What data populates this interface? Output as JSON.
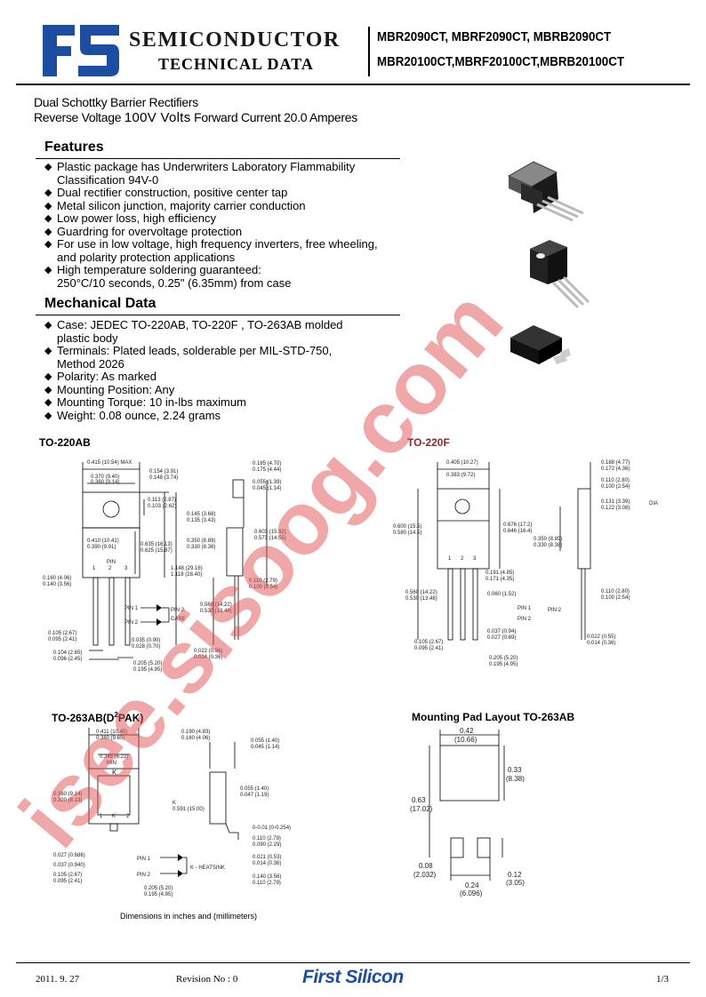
{
  "header": {
    "title": "SEMICONDUCTOR",
    "subtitle": "TECHNICAL DATA",
    "parts_line1": "MBR2090CT, MBRF2090CT, MBRB2090CT",
    "parts_line2": "MBR20100CT,MBRF20100CT,MBRB20100CT",
    "logo_color": "#1b4ea0"
  },
  "description": {
    "line1": "Dual Schottky Barrier Rectifiers",
    "line2_a": "Reverse Voltage ",
    "line2_b": "100V Volts",
    "line2_c": " Forward Current 20.0 Amperes"
  },
  "features": {
    "title": "Features",
    "items": [
      "Plastic package has Underwriters Laboratory Flammability",
      "Classification 94V-0",
      "Dual rectifier construction, positive center tap",
      "Metal silicon junction, majority carrier conduction",
      "Low power loss, high efficiency",
      "Guardring for overvoltage protection",
      "For use in low voltage, high frequency inverters, free wheeling,",
      "and polarity protection applications",
      "High temperature soldering guaranteed:",
      "250°C/10 seconds, 0.25\" (6.35mm) from case"
    ]
  },
  "mechanical": {
    "title": "Mechanical Data",
    "items": [
      "Case: JEDEC TO-220AB, TO-220F , TO-263AB molded",
      "plastic body",
      "Terminals: Plated leads, solderable per MIL-STD-750,",
      "Method 2026",
      "Polarity: As marked",
      "Mounting Position: Any",
      "Mounting Torque: 10 in-lbs maximum",
      "Weight: 0.08 ounce, 2.24 grams"
    ]
  },
  "packages": {
    "to220ab": "TO-220AB",
    "to220f": "TO-220F",
    "to263ab_a": "TO-263AB(D",
    "to263ab_sup": "2",
    "to263ab_b": "PAK)",
    "pad_layout": "Mounting Pad Layout TO-263AB"
  },
  "dims_to220ab": {
    "a": "0.415 (10.54) MAX",
    "b": "0.370 (9.40)",
    "c": "0.360 (9.14)",
    "d": "0.154 (3.91)",
    "e": "0.148 (3.74)",
    "f": "0.113 (2.87)",
    "g": "0.103 (2.62)",
    "h": "0.145 (3.68)",
    "i": "0.135 (3.43)",
    "j": "0.410 (10.41)",
    "k": "0.390 (9.91)",
    "l": "0.635 (16.13)",
    "m": "0.625 (15.87)",
    "n": "0.350 (8.89)",
    "o": "0.330 (8.38)",
    "p": "1.148 (29.16)",
    "q": "1.118 (28.40)",
    "r": "0.185 (4.70)",
    "s": "0.175 (4.44)",
    "t": "0.055 (1.39)",
    "u": "0.045 (1.14)",
    "v": "0.603 (15.32)",
    "w": "0.573 (14.55)",
    "x": "0.160 (4.06)",
    "y": "0.140 (3.56)",
    "z": "0.110 (2.79)",
    "aa": "0.100 (2.54)",
    "ab": "0.560 (14.22)",
    "ac": "0.530 (13.46)",
    "ad": "0.105 (2.67)",
    "ae": "0.095 (2.41)",
    "af": "0.035 (0.90)",
    "ag": "0.028 (0.70)",
    "ah": "0.104 (2.65)",
    "ai": "0.096 (2.45)",
    "aj": "0.205 (5.20)",
    "ak": "0.195 (4.95)",
    "al": "0.022 (0.56)",
    "am": "0.014 (0.36)",
    "pin": "PIN",
    "pin1": "PIN 1",
    "pin2": "PIN 2",
    "case": "CASE"
  },
  "dims_to220f": {
    "a": "0.405 (10.27)",
    "b": "0.383 (9.72)",
    "c": "0.188 (4.77)",
    "d": "0.172 (4.36)",
    "e": "0.110 (2.80)",
    "f": "0.100 (2.54)",
    "g": "0.131 (3.39)",
    "h": "0.122 (3.08)",
    "i": "0.600 (15.5)",
    "j": "0.580 (14.5)",
    "k": "0.676 (17.2)",
    "l": "0.646 (16.4)",
    "m": "0.350 (8.89)",
    "n": "0.330 (8.38)",
    "o": "0.191 (4.85)",
    "p": "0.171 (4.35)",
    "q": "0.560 (14.22)",
    "r": "0.530 (13.48)",
    "s": "0.060 (1.52)",
    "t": "0.110 (2.80)",
    "u": "0.100 (2.54)",
    "v": "0.037 (0.94)",
    "w": "0.027 (0.69)",
    "x": "0.105 (2.67)",
    "y": "0.095 (2.41)",
    "z": "0.022 (0.55)",
    "aa": "0.014 (0.36)",
    "ab": "0.205 (5.20)",
    "ac": "0.195 (4.95)",
    "dia": "DIA"
  },
  "dims_to263": {
    "a": "0.411 (10.45)",
    "b": "0.380 (9.65)",
    "c": "0.190 (4.83)",
    "d": "0.160 (4.06)",
    "e": "0.055 (1.40)",
    "f": "0.045 (1.14)",
    "g": "0.245 (6.22)",
    "h": "MIN",
    "i": "0.360 (9.14)",
    "j": "0.320 (8.13)",
    "k": "K",
    "l": "0.591 (15.00)",
    "m": "0.055 (1.40)",
    "n": "0.047 (1.19)",
    "o": "0-0.01 (0-0.254)",
    "p": "0.110 (2.79)",
    "q": "0.090 (2.29)",
    "r": "0.021 (0.53)",
    "s": "0.014 (0.36)",
    "t": "0.027 (0.686)",
    "u": "0.037 (0.940)",
    "v": "0.105 (2.67)",
    "w": "0.095 (2.41)",
    "x": "0.205 (5.20)",
    "y": "0.195 (4.95)",
    "z": "0.140 (3.56)",
    "aa": "0.110 (2.79)",
    "pin1": "PIN 1",
    "pin2": "PIN 2",
    "heatsink": "K - HEATSINK",
    "one": "1",
    "two": "2"
  },
  "pad_dims": {
    "w": "0.42",
    "w_mm": "(10.66)",
    "h1": "0.33",
    "h1_mm": "(8.38)",
    "h": "0.63",
    "h_mm": "(17.02)",
    "p": "0.08",
    "p_mm": "(2.032)",
    "s": "0.24",
    "s_mm": "(6.096)",
    "t": "0.12",
    "t_mm": "(3.05)"
  },
  "caption": "Dimensions in inches and (millimeters)",
  "footer": {
    "date": "2011. 9. 27",
    "revision": "Revision No : 0",
    "brand": "First Silicon",
    "page": "1/3"
  },
  "watermark": {
    "text": "isee.sisoog.com",
    "color": "#e05050"
  }
}
